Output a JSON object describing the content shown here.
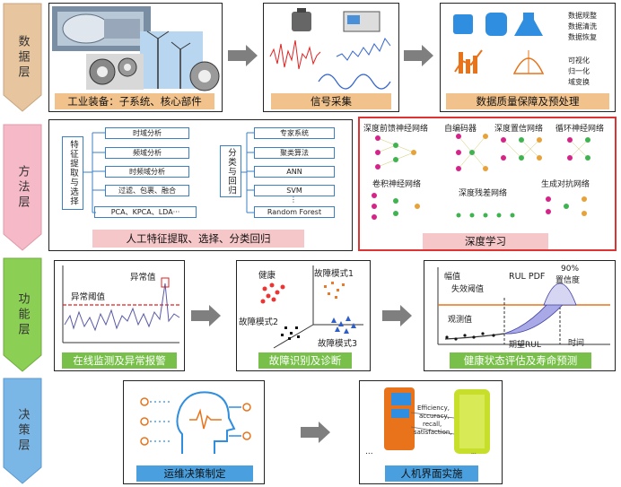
{
  "layers": {
    "data": "数据层",
    "method": "方法层",
    "function": "功能层",
    "decision": "决策层"
  },
  "colors": {
    "data_layer": "#e7c59f",
    "method_layer": "#f5b9c8",
    "function_layer": "#8ccf55",
    "decision_layer": "#7ab7e6",
    "orange_label": "#f2c28c",
    "pink_label": "#f6c7c9",
    "green_label": "#78c04a",
    "blue_label": "#4aa0de"
  },
  "data_row": {
    "equipment_label": "工业装备：子系统、核心部件",
    "signal_label": "信号采集",
    "quality_label": "数据质量保障及预处理",
    "quality_list_1": [
      "数据规整",
      "数据清洗",
      "数据恢复"
    ],
    "quality_list_2": [
      "可视化",
      "归一化",
      "域变换"
    ]
  },
  "method_row": {
    "feature_title": "特征提取与选择",
    "feature_items": [
      "时域分析",
      "频域分析",
      "时频域分析",
      "过滤、包裹、融合",
      "PCA、KPCA、LDA···"
    ],
    "classify_title": "分类与回归",
    "classify_items": [
      "专家系统",
      "聚类算法",
      "ANN",
      "SVM",
      "⋮",
      "Random Forest"
    ],
    "manual_label": "人工特征提取、选择、分类回归",
    "deep_nets": [
      "深度前馈神经网络",
      "自编码器",
      "深度置信网络",
      "循环神经网络",
      "卷积神经网络",
      "深度残差网络",
      "生成对抗网络"
    ],
    "deep_label": "深度学习"
  },
  "function_row": {
    "monitor_texts": {
      "anomaly": "异常值",
      "threshold": "异常阈值"
    },
    "monitor_label": "在线监测及异常报警",
    "diag_texts": {
      "healthy": "健康",
      "fault1": "故障模式1",
      "fault2": "故障模式2",
      "fault3": "故障模式3"
    },
    "diag_label": "故障识别及诊断",
    "rul_texts": {
      "amplitude": "幅值",
      "fail_threshold": "失效阈值",
      "rul_pdf": "RUL PDF",
      "ninety": "90%",
      "confidence": "置信度",
      "observed": "观测值",
      "expected_rul": "期望RUL",
      "time": "时间"
    },
    "rul_label": "健康状态评估及寿命预测"
  },
  "decision_row": {
    "decision_label": "运维决策制定",
    "hmi_label": "人机界面实施",
    "hmi_texts": [
      "Efficiency,",
      "accuracy,",
      "recall,",
      "satisfaction,"
    ],
    "hmi_ellipsis": "...",
    "hmi_ellipsis2": "..."
  }
}
